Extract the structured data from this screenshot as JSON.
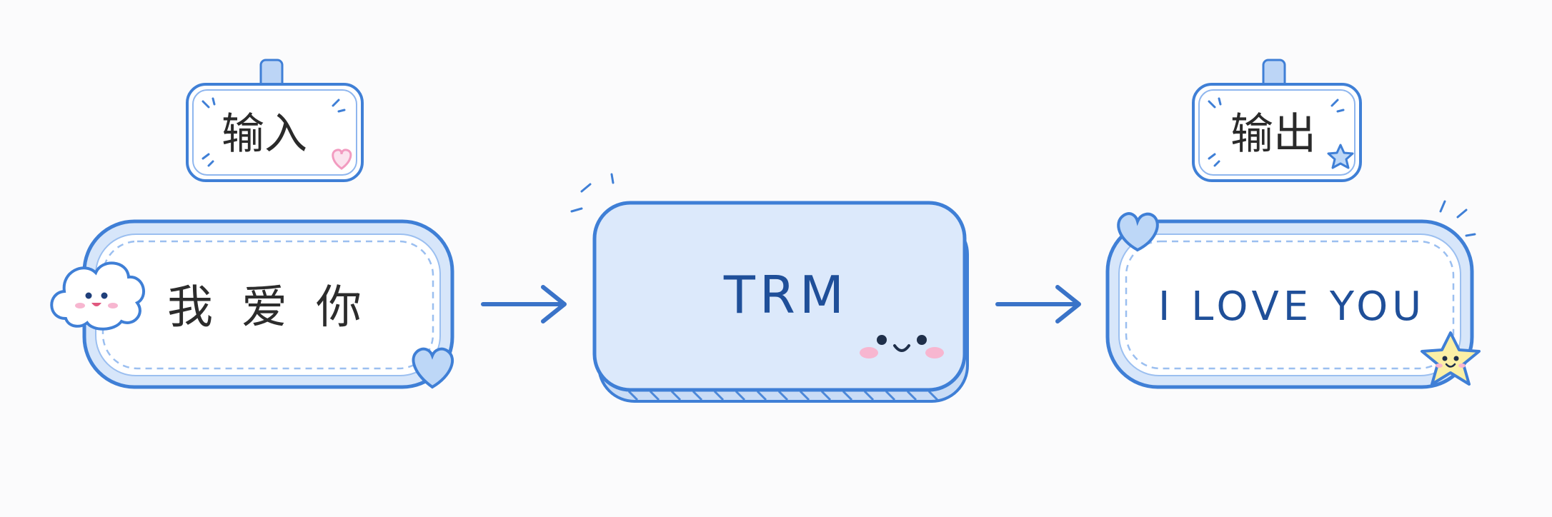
{
  "input_label": "输入",
  "output_label": "输出",
  "input_text": "我爱你",
  "model_name": "TRM",
  "output_text": "I LOVE YOU",
  "colors": {
    "stroke": "#3f7fd6",
    "box_fill": "#ffffff",
    "model_fill": "#dce9fb",
    "border_band": "#d7e6fa",
    "arrow": "#3a73c8",
    "heart_pink": "#f29bc0",
    "star_yellow": "#fbf0a6",
    "cheek_pink": "#f7b6d0"
  }
}
